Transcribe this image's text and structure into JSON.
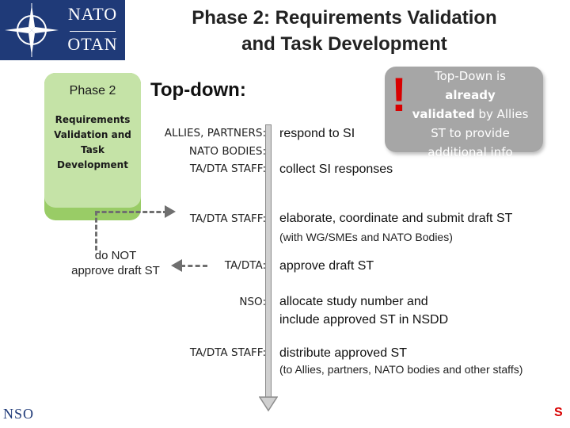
{
  "header": {
    "logo_top": "NATO",
    "logo_bottom": "OTAN",
    "title_line1": "Phase 2: Requirements Validation",
    "title_line2": "and Task  Development"
  },
  "phase_box": {
    "title": "Phase 2",
    "subtitle_lines": [
      "Requirements",
      "Validation and",
      "Task",
      "Development"
    ]
  },
  "topdown_heading": "Top-down:",
  "callout": {
    "bang": "!",
    "line1": "Top-Down is",
    "line2": "already",
    "line3_bold": "validated",
    "line3_rest": " by Allies",
    "line4": "ST to provide",
    "line5": "additional info"
  },
  "steps": [
    {
      "roles": [
        "ALLIES, PARTNERS:",
        "NATO BODIES:"
      ],
      "action": "respond to SI"
    },
    {
      "roles": [
        "TA/DTA STAFF:"
      ],
      "action": "collect SI responses"
    },
    {
      "roles": [
        "TA/DTA STAFF:"
      ],
      "action": "elaborate, coordinate and submit draft ST",
      "sub": "(with WG/SMEs and NATO Bodies)"
    },
    {
      "roles": [
        "TA/DTA:"
      ],
      "action": "approve draft ST"
    },
    {
      "roles": [
        "NSO:"
      ],
      "action_lines": [
        "allocate study number and",
        "include approved ST in NSDD"
      ]
    },
    {
      "roles": [
        "TA/DTA STAFF:"
      ],
      "action": "distribute approved ST",
      "sub": "(to Allies, partners, NATO bodies and other staffs)"
    }
  ],
  "reject_branch": {
    "text_line1": "do NOT",
    "text_line2": "approve draft ST"
  },
  "footer": {
    "logo": "NSO",
    "slide_mark": "S"
  },
  "colors": {
    "nato_blue": "#1f3a78",
    "phase_green": "#c5e3a7",
    "callout_gray": "#a6a6a6",
    "alert_red": "#d80000"
  }
}
